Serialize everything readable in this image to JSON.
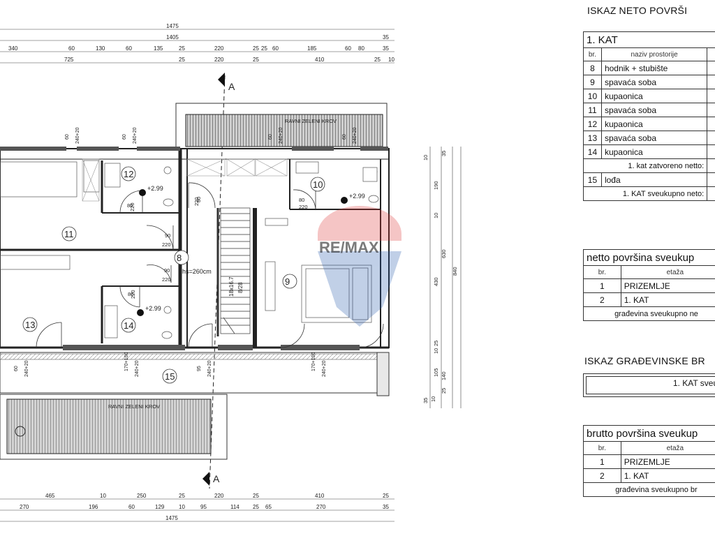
{
  "plan": {
    "dims_top": [
      "1475",
      "1405",
      "35",
      "340",
      "60",
      "130",
      "60",
      "135",
      "25",
      "220",
      "25",
      "25",
      "60",
      "185",
      "60",
      "80",
      "35",
      "725",
      "25",
      "220",
      "25",
      "410",
      "25",
      "10"
    ],
    "dims_bottom": [
      "465",
      "10",
      "250",
      "25",
      "220",
      "25",
      "410",
      "25",
      "270",
      "196",
      "60",
      "129",
      "10",
      "95",
      "114",
      "25",
      "65",
      "270",
      "35",
      "1475"
    ],
    "dims_right": [
      "35",
      "190",
      "10",
      "430",
      "10",
      "105",
      "25",
      "10",
      "630",
      "840",
      "140",
      "25",
      "35",
      "10"
    ],
    "rooms": [
      "8",
      "9",
      "10",
      "11",
      "12",
      "13",
      "14",
      "15"
    ],
    "window_labels": [
      "60",
      "240+20",
      "60",
      "240+20",
      "60",
      "240+20",
      "60",
      "240+20",
      "60",
      "240+20",
      "170+100",
      "240+20",
      "95",
      "240+20",
      "170+100",
      "240+20"
    ],
    "door_labels": [
      "80",
      "220",
      "90",
      "220",
      "90",
      "220",
      "80",
      "220",
      "80",
      "220",
      "80",
      "220"
    ],
    "elevations": [
      "+2.99",
      "+2.99",
      "+2.99"
    ],
    "room_height": "hs=260cm",
    "stair_label_1": "18x16.7",
    "stair_label_2": "8/28",
    "green_roof_label_1": "RAVNI ZELENI KROV",
    "green_roof_label_2": "RAVNI ZELENI KROV",
    "section_label_top": "A",
    "section_label_bottom": "A",
    "watermark": "RE/MAX"
  },
  "neto": {
    "heading": "ISKAZ NETO POVRŠI",
    "title": "1. KAT",
    "col_br": "br.",
    "col_name": "naziv prostorije",
    "col_cut": "r",
    "rows": [
      {
        "br": "8",
        "name": "hodnik + stubište"
      },
      {
        "br": "9",
        "name": "spavaća soba"
      },
      {
        "br": "10",
        "name": "kupaonica"
      },
      {
        "br": "11",
        "name": "spavaća soba"
      },
      {
        "br": "12",
        "name": "kupaonica"
      },
      {
        "br": "13",
        "name": "spavaća soba"
      },
      {
        "br": "14",
        "name": "kupaonica"
      }
    ],
    "closed_label": "1. kat zatvoreno netto:",
    "loggia": {
      "br": "15",
      "name": "lođa"
    },
    "total_label": "1. KAT sveukupno neto:"
  },
  "netto_total": {
    "title": "netto površina sveukup",
    "col_br": "br.",
    "col_name": "etaža",
    "rows": [
      {
        "br": "1",
        "name": "PRIZEMLJE"
      },
      {
        "br": "2",
        "name": "1. KAT"
      }
    ],
    "footer": "građevina sveukupno ne"
  },
  "gradjevinske": {
    "heading": "ISKAZ GRAĐEVINSKE BR",
    "box_label": "1. KAT sveu"
  },
  "brutto_total": {
    "title": "brutto površina sveukup",
    "col_br": "br.",
    "col_name": "etaža",
    "rows": [
      {
        "br": "1",
        "name": "PRIZEMLJE"
      },
      {
        "br": "2",
        "name": "1. KAT"
      }
    ],
    "footer": "građevina sveukupno br"
  }
}
